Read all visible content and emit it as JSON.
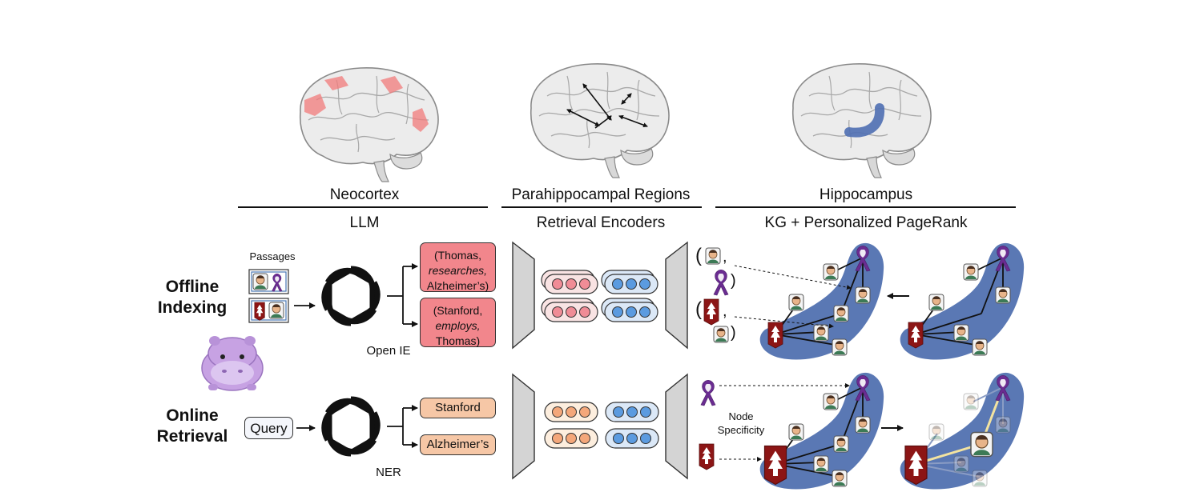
{
  "sections": {
    "neocortex": {
      "title": "Neocortex",
      "subtitle": "LLM"
    },
    "parahippocampal": {
      "title": "Parahippocampal Regions",
      "subtitle": "Retrieval Encoders"
    },
    "hippocampus": {
      "title": "Hippocampus",
      "subtitle": "KG + Personalized PageRank"
    }
  },
  "rows": {
    "offline": {
      "line1": "Offline",
      "line2": "Indexing"
    },
    "online": {
      "line1": "Online",
      "line2": "Retrieval"
    }
  },
  "offline": {
    "passages_label": "Passages",
    "openie_label": "Open IE",
    "triple1": {
      "subject": "(Thomas,",
      "relation": "researches,",
      "object": "Alzheimer’s)"
    },
    "triple2": {
      "subject": "(Stanford,",
      "relation": "employs,",
      "object": "Thomas)"
    },
    "paren_open": "(",
    "paren_close": ")",
    "comma": ","
  },
  "online": {
    "query_label": "Query",
    "ner_label": "NER",
    "entity1": "Stanford",
    "entity2": "Alzheimer’s",
    "node_specificity": "Node\nSpecificity"
  },
  "colors": {
    "triple_fill": "#f2868c",
    "entity_fill": "#f6c7a6",
    "kg_blob": "#5a78b4",
    "encoder_pink": "#f08c96",
    "encoder_blue": "#5b9be0",
    "ribbon": "#6a2c91",
    "stanford": "#8c1515",
    "brain_highlight_red": "#f27b7b",
    "brain_highlight_blue": "#4f6fb3",
    "ppr_path": "#f3e3a0"
  },
  "icons": {
    "brain": "brain-icon",
    "llm": "openai-logo-icon",
    "hippo": "hippo-mascot-icon",
    "person": "person-icon",
    "ribbon": "purple-ribbon-icon",
    "stanford": "stanford-tree-icon"
  }
}
